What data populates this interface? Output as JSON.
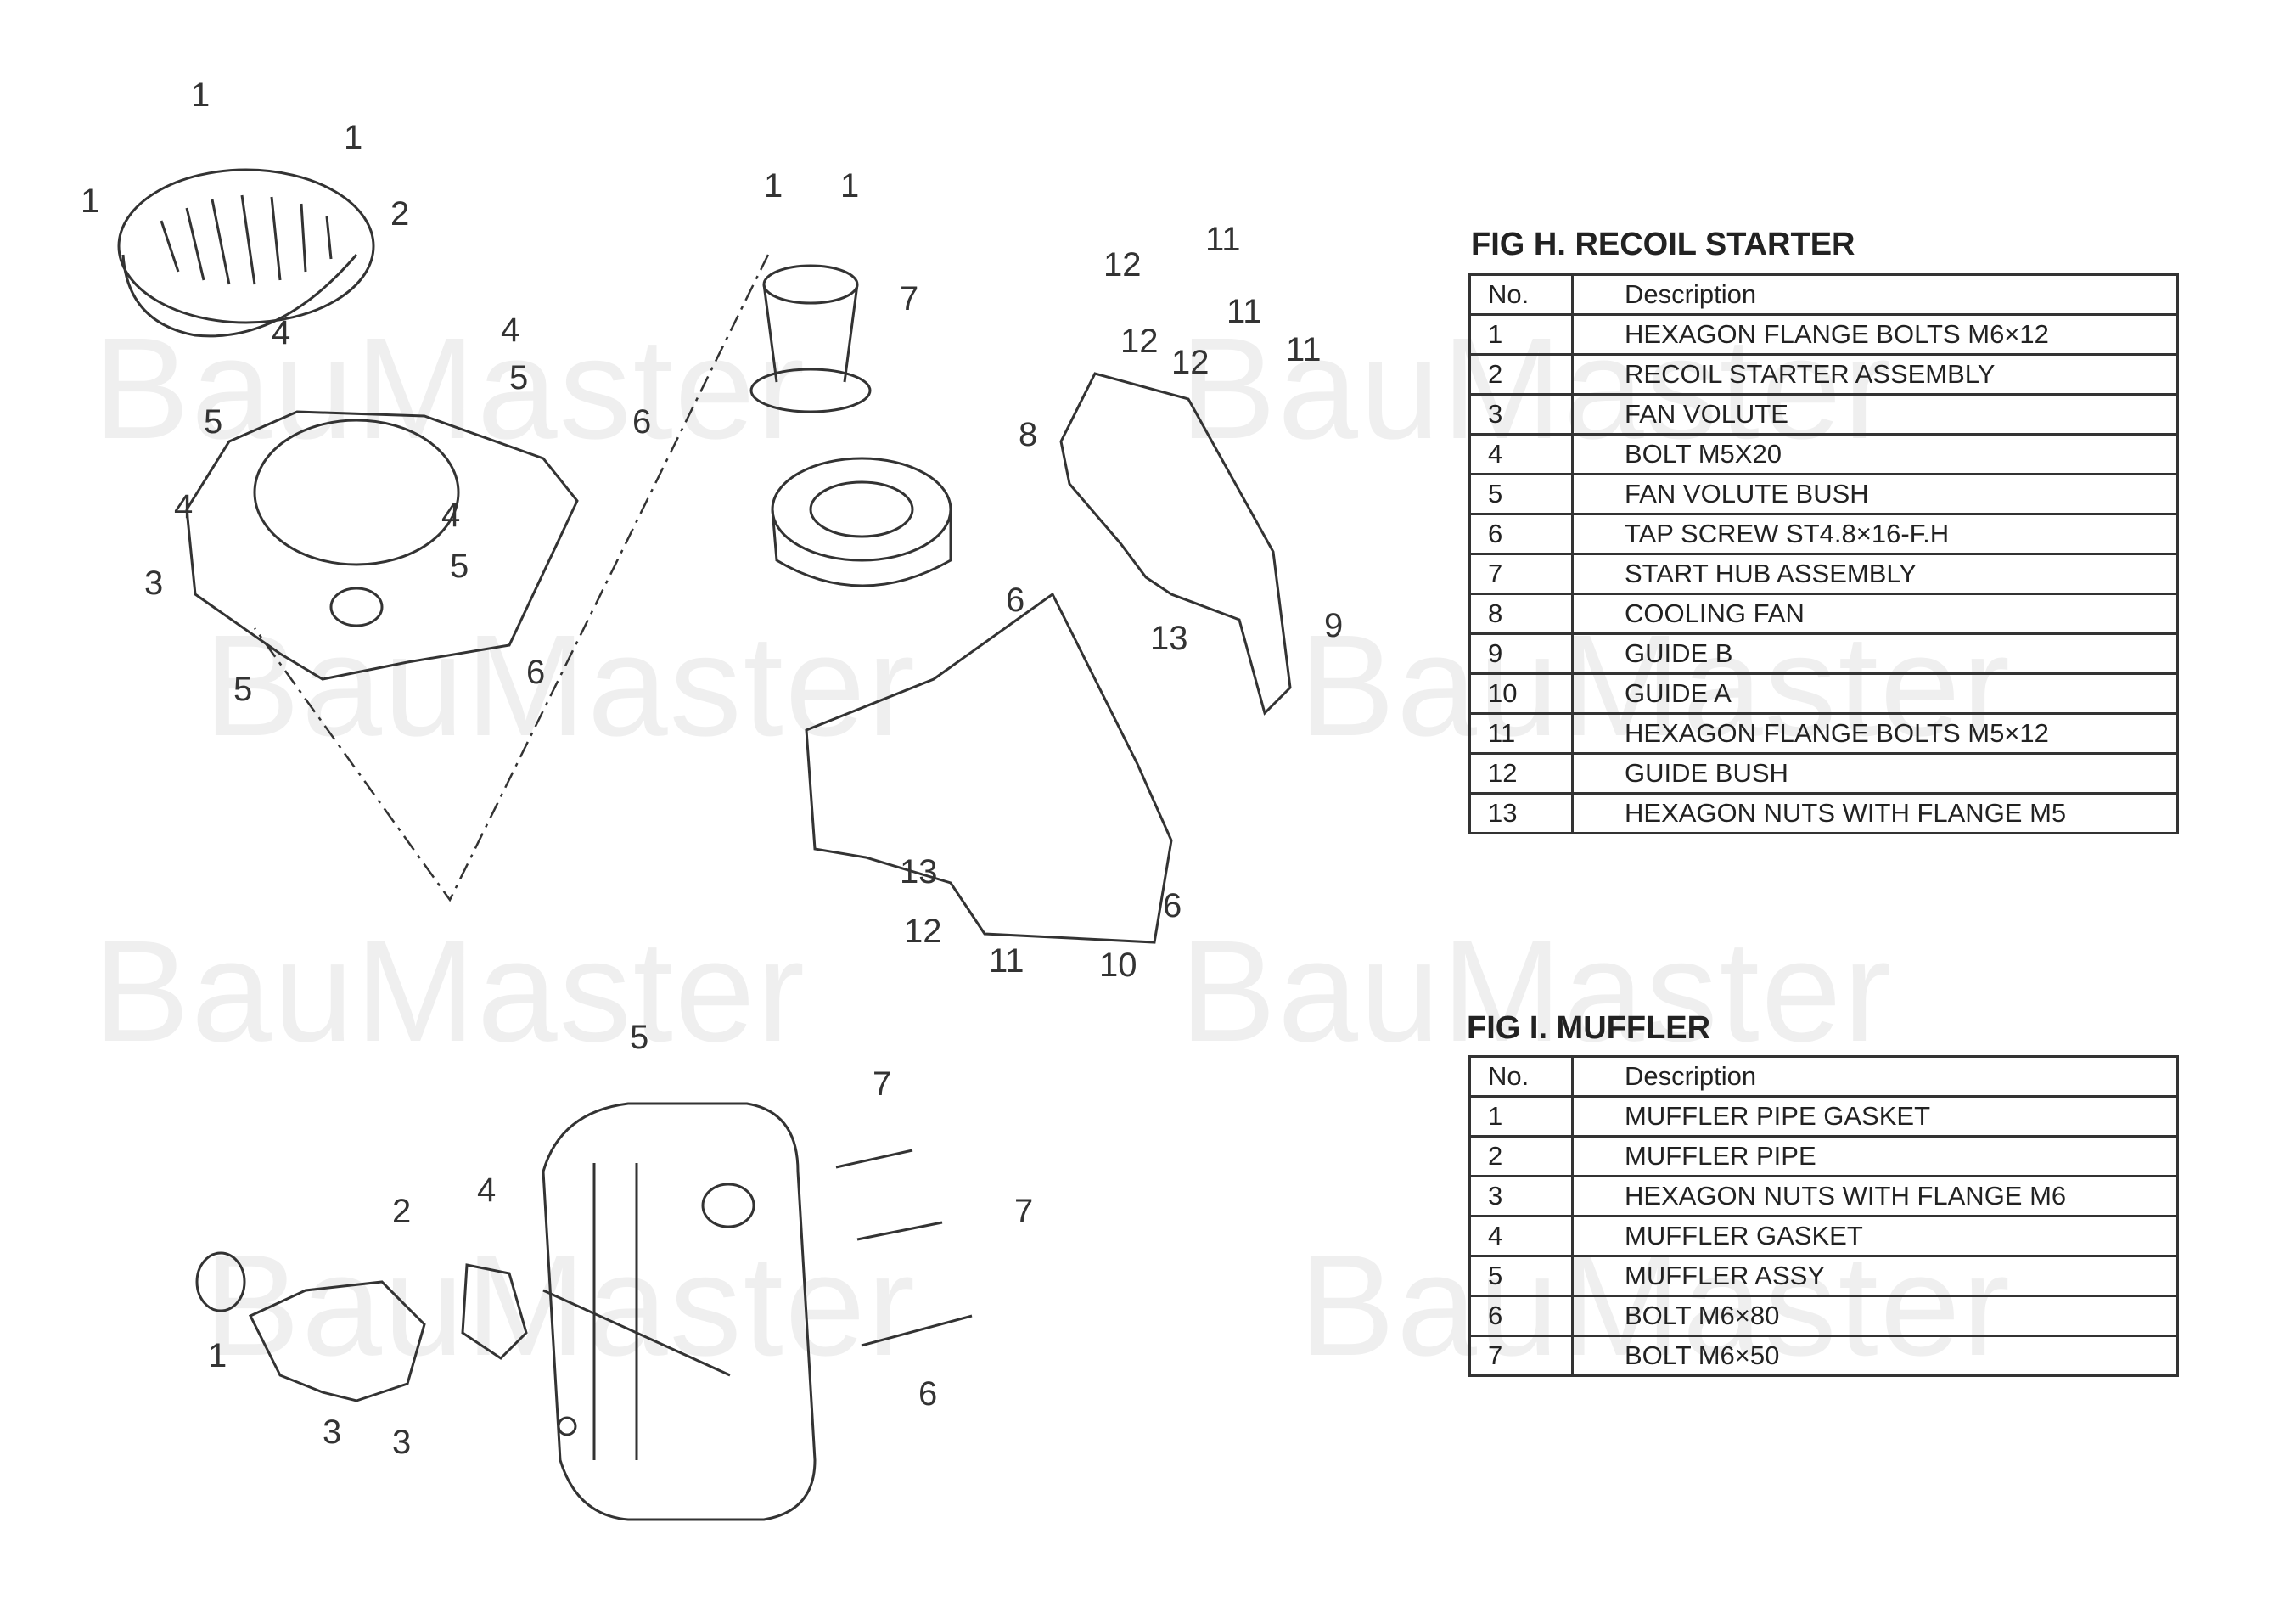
{
  "watermark": "BauMaster",
  "fig_h": {
    "title": "FIG H. RECOIL STARTER",
    "header": {
      "no": "No.",
      "description": "Description"
    },
    "rows": [
      {
        "no": "1",
        "description": "HEXAGON FLANGE BOLTS M6×12"
      },
      {
        "no": "2",
        "description": "RECOIL STARTER ASSEMBLY"
      },
      {
        "no": "3",
        "description": "FAN VOLUTE"
      },
      {
        "no": "4",
        "description": "BOLT M5X20"
      },
      {
        "no": "5",
        "description": "FAN VOLUTE BUSH"
      },
      {
        "no": "6",
        "description": "TAP SCREW ST4.8×16-F.H"
      },
      {
        "no": "7",
        "description": "START HUB ASSEMBLY"
      },
      {
        "no": "8",
        "description": "COOLING FAN"
      },
      {
        "no": "9",
        "description": "GUIDE  B"
      },
      {
        "no": "10",
        "description": "GUIDE  A"
      },
      {
        "no": "11",
        "description": "HEXAGON FLANGE BOLTS M5×12"
      },
      {
        "no": "12",
        "description": "GUIDE BUSH"
      },
      {
        "no": "13",
        "description": "HEXAGON NUTS WITH FLANGE  M5"
      }
    ],
    "callouts": [
      "1",
      "1",
      "1",
      "1",
      "1",
      "2",
      "3",
      "4",
      "4",
      "4",
      "4",
      "5",
      "5",
      "5",
      "5",
      "6",
      "6",
      "6",
      "6",
      "7",
      "8",
      "9",
      "10",
      "11",
      "11",
      "11",
      "11",
      "12",
      "12",
      "12",
      "12",
      "13",
      "13"
    ]
  },
  "fig_i": {
    "title": "FIG I.  MUFFLER",
    "header": {
      "no": "No.",
      "description": "Description"
    },
    "rows": [
      {
        "no": "1",
        "description": "MUFFLER PIPE GASKET"
      },
      {
        "no": "2",
        "description": "MUFFLER PIPE"
      },
      {
        "no": "3",
        "description": "HEXAGON NUTS WITH FLANGE M6"
      },
      {
        "no": "4",
        "description": "MUFFLER GASKET"
      },
      {
        "no": "5",
        "description": "MUFFLER ASSY"
      },
      {
        "no": "6",
        "description": "BOLT M6×80"
      },
      {
        "no": "7",
        "description": "BOLT M6×50"
      }
    ],
    "callouts": [
      "1",
      "2",
      "3",
      "3",
      "4",
      "5",
      "6",
      "7",
      "7"
    ]
  }
}
